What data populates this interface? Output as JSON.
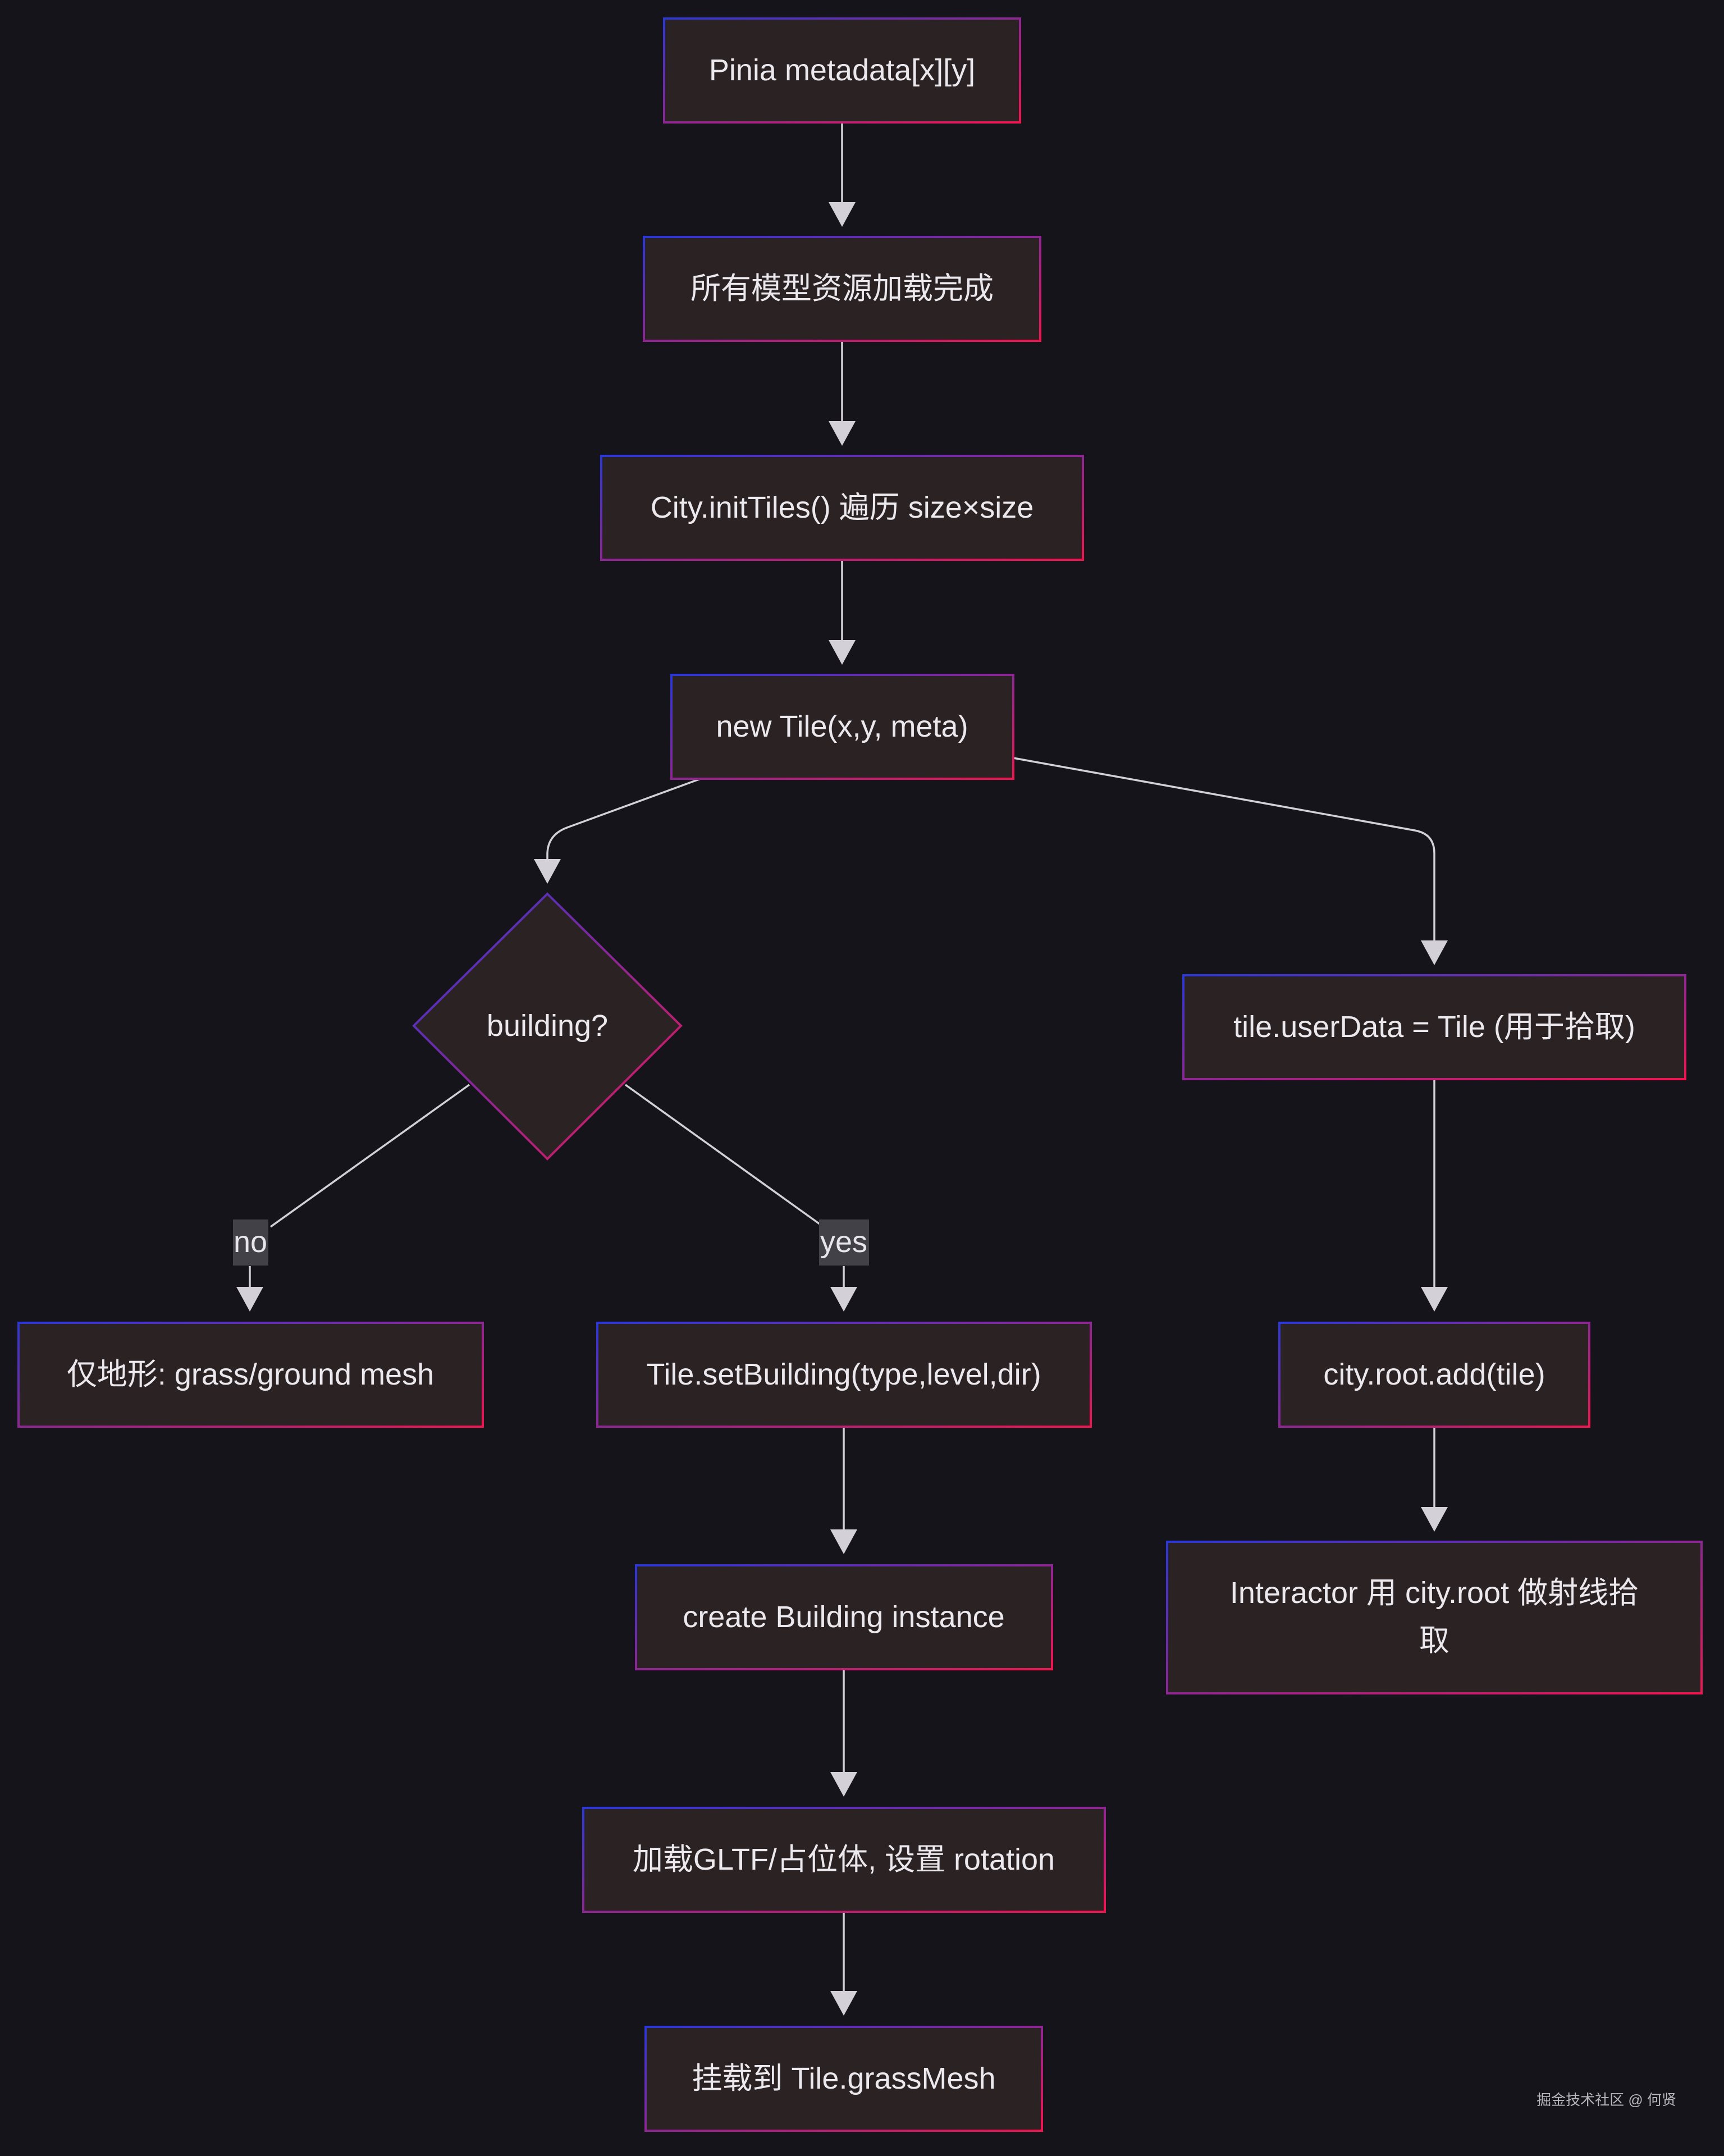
{
  "nodes": {
    "pinia": "Pinia metadata[x][y]",
    "assets": "所有模型资源加载完成",
    "init_tiles": "City.initTiles() 遍历 size×size",
    "new_tile": "new Tile(x,y, meta)",
    "building_decision": "building?",
    "terrain_only": "仅地形: grass/ground mesh",
    "set_building": "Tile.setBuilding(type,level,dir)",
    "create_building": "create Building instance",
    "load_gltf": "加载GLTF/占位体, 设置 rotation",
    "mount": "挂载到 Tile.grassMesh",
    "user_data": "tile.userData = Tile (用于拾取)",
    "root_add": "city.root.add(tile)",
    "interactor_line1": "Interactor 用 city.root 做射线拾",
    "interactor_line2": "取"
  },
  "edge_labels": {
    "no": "no",
    "yes": "yes"
  },
  "watermark": "掘金技术社区 @ 何贤",
  "colors": {
    "background": "#15141b",
    "node_fill": "#2b2223",
    "border_gradient_start": "#2b37d6",
    "border_gradient_end": "#ee1650",
    "edge": "#d3d1d7",
    "text": "#ece9ee"
  }
}
